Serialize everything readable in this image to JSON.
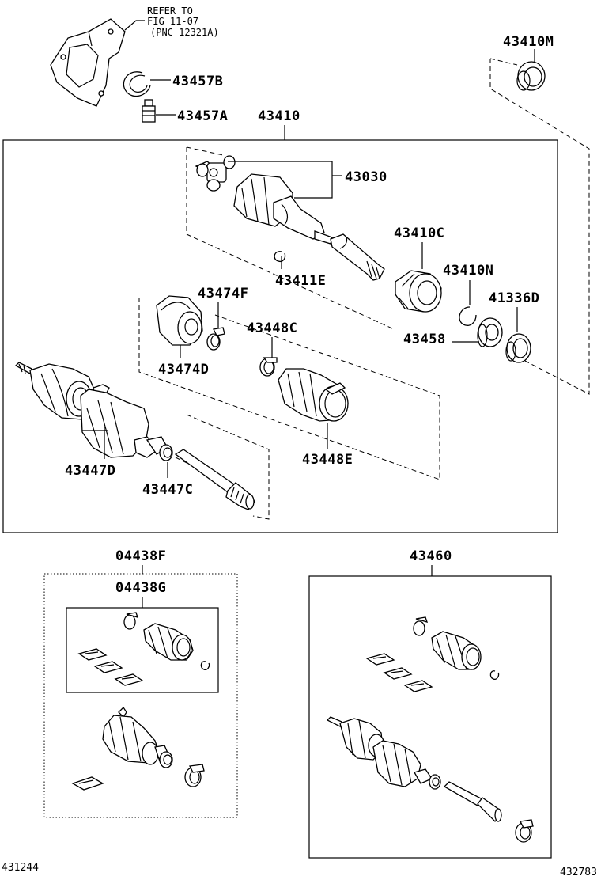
{
  "note": {
    "line1": "REFER TO",
    "line2": "FIG 11-07",
    "line3": "(PNC 12321A)"
  },
  "parts": {
    "p43410M": "43410M",
    "p43457B": "43457B",
    "p43457A": "43457A",
    "p43410": "43410",
    "p43030": "43030",
    "p43410C": "43410C",
    "p43411E": "43411E",
    "p43410N": "43410N",
    "p41336D": "41336D",
    "p43474F": "43474F",
    "p43448C": "43448C",
    "p43458": "43458",
    "p43474D": "43474D",
    "p43447D": "43447D",
    "p43448E": "43448E",
    "p43447C": "43447C",
    "p04438F": "04438F",
    "p04438G": "04438G",
    "p43460": "43460"
  },
  "codes": {
    "left": "431244",
    "right": "432783"
  }
}
